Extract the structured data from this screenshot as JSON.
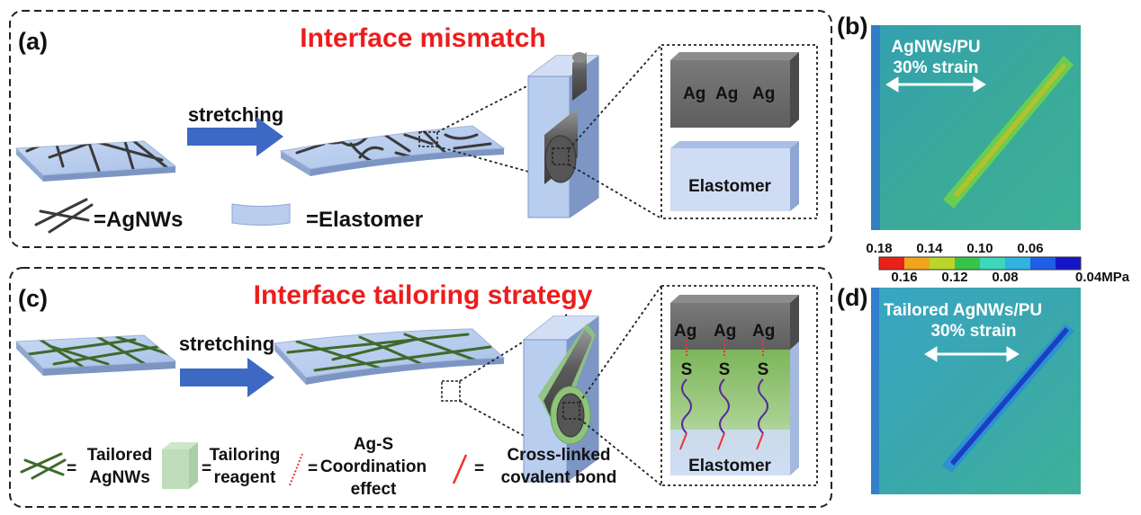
{
  "panel_a": {
    "label": "(a)",
    "title": "Interface mismatch",
    "arrow_label": "stretching",
    "ag_labels": [
      "Ag",
      "Ag",
      "Ag"
    ],
    "elastomer_block": "Elastomer",
    "legend_agnws": "=AgNWs",
    "legend_elastomer": "=Elastomer"
  },
  "panel_c": {
    "label": "(c)",
    "title": "Interface tailoring strategy",
    "arrow_label": "stretching",
    "ag_labels": [
      "Ag",
      "Ag",
      "Ag"
    ],
    "s_labels": [
      "S",
      "S",
      "S"
    ],
    "elastomer_block": "Elastomer",
    "legend": [
      {
        "eq": "=",
        "line1": "Tailored",
        "line2": "AgNWs"
      },
      {
        "eq": "=",
        "line1": "Tailoring",
        "line2": "reagent"
      },
      {
        "eq": "=",
        "line1": "Ag-S",
        "line2": "Coordination",
        "line3": "effect"
      },
      {
        "eq": "=",
        "line1": "Cross-linked",
        "line2": "covalent bond"
      }
    ]
  },
  "panel_b": {
    "label": "(b)",
    "title_line1": "AgNWs/PU",
    "title_line2": "30% strain"
  },
  "panel_d": {
    "label": "(d)",
    "title_line1": "Tailored AgNWs/PU",
    "title_line2": "30% strain"
  },
  "colorbar": {
    "top_labels": [
      "0.18",
      "0.14",
      "0.10",
      "0.06"
    ],
    "bottom_labels": [
      "0.16",
      "0.12",
      "0.08",
      "0.04MPa"
    ],
    "colors": [
      "#e8221a",
      "#f2a51c",
      "#b9d72a",
      "#37c44a",
      "#3ed6bc",
      "#2fb4e3",
      "#1f5ee6",
      "#1515c8"
    ]
  },
  "colors": {
    "title_red": "#ee1c1c",
    "arrow_blue": "#3d68c4",
    "film_blue": "#b9cdee",
    "wire_dark": "#3a3a3a",
    "wire_green": "#3e6a2a",
    "sim_background": "#3aa79a"
  }
}
